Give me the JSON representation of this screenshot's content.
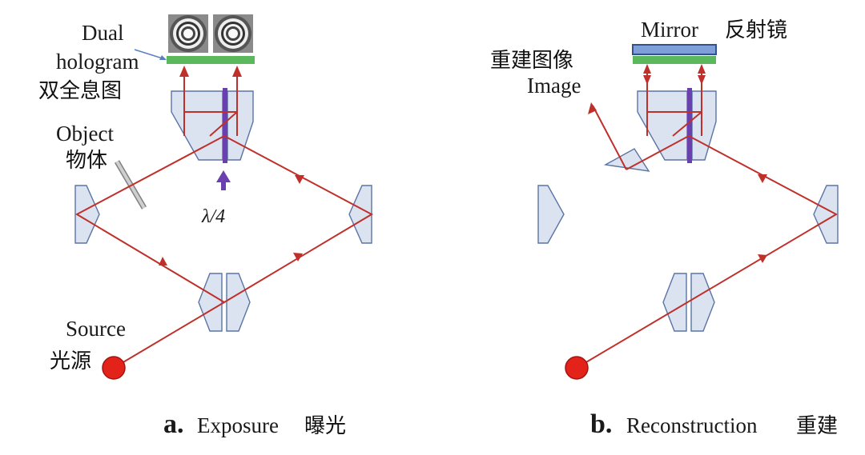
{
  "panels": [
    {
      "letter": "a.",
      "caption_en": "Exposure",
      "caption_cn": "曝光",
      "labels": {
        "dual_en_1": "Dual",
        "dual_en_2": "hologram",
        "dual_cn": "双全息图",
        "object_en": "Object",
        "object_cn": "物体",
        "waveplate": "λ/4",
        "source_en": "Source",
        "source_cn": "光源"
      }
    },
    {
      "letter": "b.",
      "caption_en": "Reconstruction",
      "caption_cn": "重建",
      "labels": {
        "mirror_en": "Mirror",
        "mirror_cn": "反射镜",
        "image_cn": "重建图像",
        "image_en": "Image"
      }
    }
  ],
  "colors": {
    "beam": "#c0302a",
    "prism_fill": "#dbe3f0",
    "prism_stroke": "#5b74a6",
    "hologram_plate": "#5cb85c",
    "mirror": "#7f9fd8",
    "waveplate": "#6a3fb0",
    "source": "#e32219"
  }
}
